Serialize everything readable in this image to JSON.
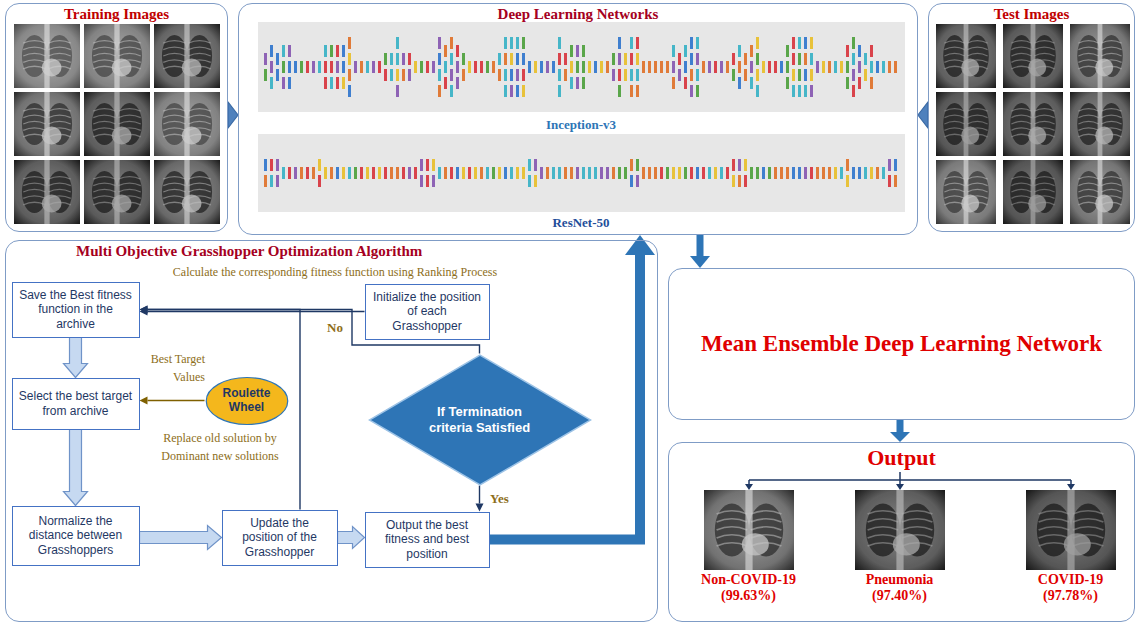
{
  "diagram": {
    "nodes": [
      {
        "text": [
          "Training Images"
        ]
      },
      {
        "text": [
          "Deep Learning Networks"
        ]
      },
      {
        "text": [
          "Inception-v3"
        ],
        "in": 1
      },
      {
        "text": [
          "ResNet-50"
        ],
        "in": 1
      },
      {
        "text": [
          "Test Images"
        ]
      },
      {
        "text": [
          "Multi Objective Grasshopper Optimization Algorithm"
        ]
      },
      {
        "text": [
          "Save the Best fitness function in the archive"
        ],
        "in": 5
      },
      {
        "text": [
          "Initialize the position of each Grasshopper"
        ],
        "in": 5
      },
      {
        "text": [
          "Select the best target from archive"
        ],
        "in": 5
      },
      {
        "text": [
          "Roulette Wheel"
        ],
        "in": 5
      },
      {
        "text": [
          "Normalize the distance between Grasshoppers"
        ],
        "in": 5
      },
      {
        "text": [
          "Update the position of the Grasshopper"
        ],
        "in": 5
      },
      {
        "text": [
          "If Termination criteria Satisfied"
        ],
        "in": 5
      },
      {
        "text": [
          "Output the best fitness and best position"
        ],
        "in": 5
      },
      {
        "text": [
          "Mean Ensemble Deep Learning Network"
        ]
      },
      {
        "text": [
          "Output"
        ]
      },
      {
        "text": [
          "Non-COVID-19",
          "(99.63%)"
        ],
        "in": 15
      },
      {
        "text": [
          "Pneumonia",
          "(97.40%)"
        ],
        "in": 15
      },
      {
        "text": [
          "COVID-19",
          "(97.78%)"
        ],
        "in": 15
      }
    ],
    "edges": [
      {
        "from": 0,
        "to": 1,
        "arrow": "to"
      },
      {
        "from": 4,
        "to": 1,
        "arrow": "to"
      },
      {
        "from": 7,
        "to": 6,
        "arrow": "to",
        "label": "Calculate the corresponding fitness function using Ranking Process"
      },
      {
        "from": 6,
        "to": 8,
        "arrow": "to"
      },
      {
        "from": 9,
        "to": 8,
        "arrow": "to",
        "label": "Best Target Values"
      },
      {
        "from": 8,
        "to": 10,
        "arrow": "to"
      },
      {
        "from": 10,
        "to": 11,
        "arrow": "to"
      },
      {
        "from": 11,
        "to": 6,
        "arrow": "to"
      },
      {
        "from": 11,
        "to": 13,
        "arrow": "to"
      },
      {
        "from": 12,
        "to": 6,
        "arrow": "to",
        "label": "No"
      },
      {
        "from": 12,
        "to": 13,
        "arrow": "to",
        "label": "Yes"
      },
      {
        "from": 13,
        "to": 1,
        "arrow": "to"
      },
      {
        "from": 1,
        "to": 14,
        "arrow": "to"
      },
      {
        "from": 14,
        "to": 15,
        "arrow": "to"
      }
    ],
    "labels": [
      "Replace old solution by Dominant new solutions"
    ]
  }
}
